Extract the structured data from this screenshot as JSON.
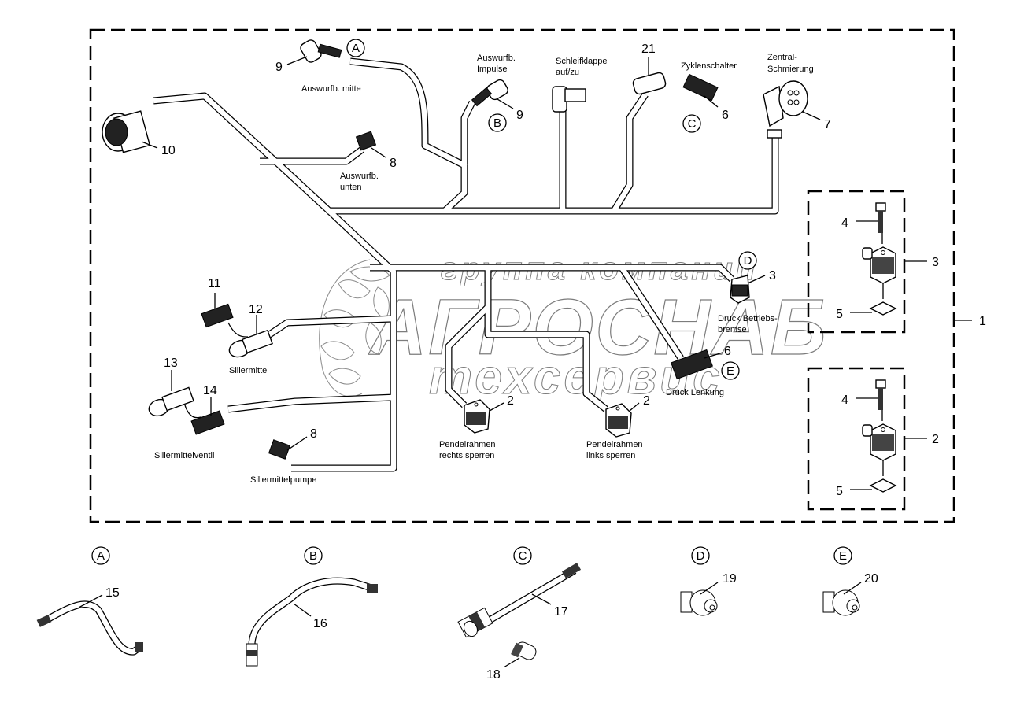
{
  "diagram": {
    "assembly_callout": "1",
    "watermark": {
      "line1": "группа компаний",
      "line2": "АГРОСНАБ",
      "line3": "техсервис"
    },
    "main_parts": [
      {
        "id": "p10",
        "number": "10",
        "label": ""
      },
      {
        "id": "p9a",
        "number": "9",
        "label": "Auswurfb. mitte"
      },
      {
        "id": "p8a",
        "number": "8",
        "label_lines": [
          "Auswurfb.",
          "unten"
        ]
      },
      {
        "id": "p9b",
        "number": "9",
        "label_lines": [
          "Auswurfb.",
          "Impulse"
        ]
      },
      {
        "id": "pSchleif",
        "number": "",
        "label_lines": [
          "Schleifklappe",
          "auf/zu"
        ]
      },
      {
        "id": "p21",
        "number": "21",
        "label": ""
      },
      {
        "id": "p6a",
        "number": "6",
        "label": "Zyklenschalter"
      },
      {
        "id": "p7",
        "number": "7",
        "label_lines": [
          "Zentral-",
          "Schmierung"
        ]
      },
      {
        "id": "p3",
        "number": "3",
        "label_lines": [
          "Druck Betriebs-",
          "bremse"
        ]
      },
      {
        "id": "p6b",
        "number": "6",
        "label": "Druck Lenkung"
      },
      {
        "id": "p11",
        "number": "11",
        "label": ""
      },
      {
        "id": "p12",
        "number": "12",
        "label": "Siliermittel"
      },
      {
        "id": "p13",
        "number": "13",
        "label": ""
      },
      {
        "id": "p14",
        "number": "14",
        "label": "Siliermittelventil"
      },
      {
        "id": "p8b",
        "number": "8",
        "label": "Siliermittelpumpe"
      },
      {
        "id": "p2a",
        "number": "2",
        "label_lines": [
          "Pendelrahmen",
          "rechts sperren"
        ]
      },
      {
        "id": "p2b",
        "number": "2",
        "label_lines": [
          "Pendelrahmen",
          "links sperren"
        ]
      }
    ],
    "reference_markers": [
      "A",
      "B",
      "C",
      "D",
      "E"
    ],
    "kits": [
      {
        "callout": "3",
        "bolt": "4",
        "seal": "5"
      },
      {
        "callout": "2",
        "bolt": "4",
        "seal": "5"
      }
    ],
    "detail_views": [
      {
        "ref": "A",
        "parts": [
          "15"
        ]
      },
      {
        "ref": "B",
        "parts": [
          "16"
        ]
      },
      {
        "ref": "C",
        "parts": [
          "17",
          "18"
        ]
      },
      {
        "ref": "D",
        "parts": [
          "19"
        ]
      },
      {
        "ref": "E",
        "parts": [
          "20"
        ]
      }
    ]
  }
}
